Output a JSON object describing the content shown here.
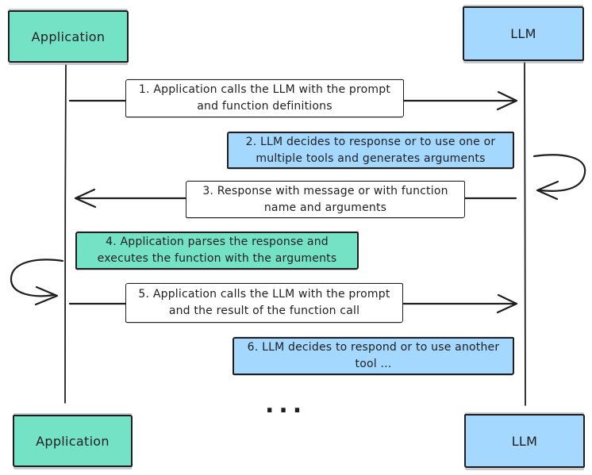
{
  "colors": {
    "teal": "#74E3C5",
    "blue": "#A5D8FF",
    "white": "#FFFFFF",
    "stroke": "#1E1E1E"
  },
  "actors": {
    "application_top": "Application",
    "llm_top": "LLM",
    "application_bottom": "Application",
    "llm_bottom": "LLM"
  },
  "messages": [
    {
      "num": "1",
      "text": "1. Application calls the LLM with the prompt and function definitions",
      "fill": "white",
      "direction": "application-to-llm"
    },
    {
      "num": "2",
      "text": "2. LLM decides to response or to use one or multiple tools and generates arguments",
      "fill": "blue",
      "direction": "llm-self-loop"
    },
    {
      "num": "3",
      "text": "3. Response with message or with function name and arguments",
      "fill": "white",
      "direction": "llm-to-application"
    },
    {
      "num": "4",
      "text": "4. Application parses the response and executes the function with the arguments",
      "fill": "teal",
      "direction": "application-self-loop"
    },
    {
      "num": "5",
      "text": "5. Application calls the LLM with the prompt and the result of the function call",
      "fill": "white",
      "direction": "application-to-llm"
    },
    {
      "num": "6",
      "text": "6. LLM decides to respond or to use another tool ...",
      "fill": "blue",
      "direction": "none"
    }
  ],
  "ellipsis": "..."
}
